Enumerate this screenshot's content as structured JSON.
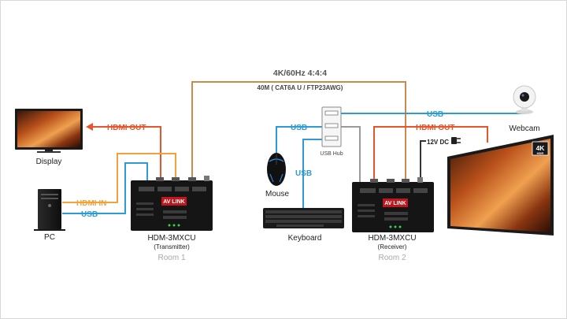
{
  "colors": {
    "hdmi_out": "#e8542b",
    "hdmi_in": "#f2a23a",
    "usb": "#2e9bd6",
    "cat6": "#c98a4f",
    "power": "#333333",
    "hub_link": "#9a9a9a",
    "room_label": "#a8a8a8"
  },
  "link": {
    "line1": "4K/60Hz 4:4:4",
    "line2": "40M ( CAT6A U / FTP23AWG)"
  },
  "labels": {
    "display": "Display",
    "pc": "PC",
    "mouse": "Mouse",
    "keyboard": "Keyboard",
    "usb_hub": "USB Hub",
    "webcam": "Webcam",
    "power": "12V DC"
  },
  "transmitter": {
    "model": "HDM-3MXCU",
    "role": "(Transmitter)",
    "room": "Room 1",
    "brand": "AV LINK"
  },
  "receiver": {
    "model": "HDM-3MXCU",
    "role": "(Receiver)",
    "room": "Room 2",
    "brand": "AV LINK"
  },
  "cables": {
    "hdmi_out_tx": "HDMI OUT",
    "hdmi_in_tx": "HDMI IN",
    "usb_tx": "USB",
    "usb_mouse": "USB",
    "usb_keyboard": "USB",
    "usb_webcam": "USB",
    "hdmi_out_rx": "HDMI OUT"
  },
  "tv_badge": {
    "big": "4K",
    "small": "HDR"
  }
}
